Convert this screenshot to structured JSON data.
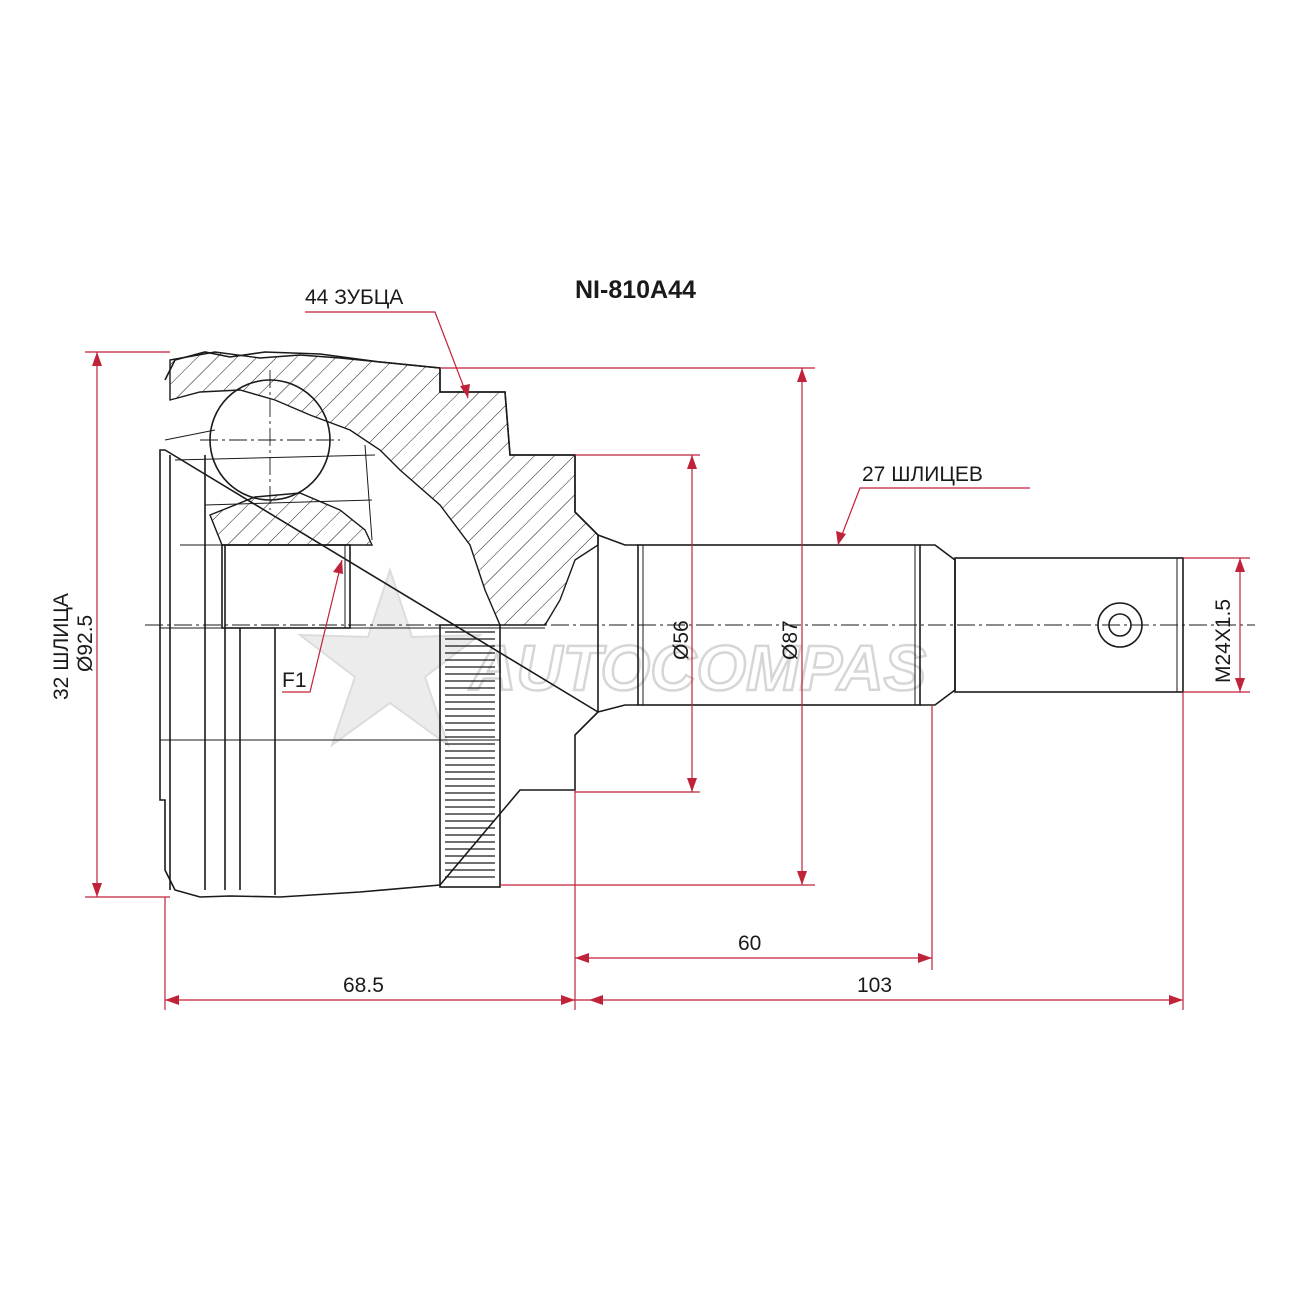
{
  "drawing": {
    "part_number": "NI-810A44",
    "watermark": "AUTOCOMPAS",
    "labels": {
      "teeth": "44 ЗУБЦА",
      "outer_splines": "27 ШЛИЦЕВ",
      "inner_splines": "32 ШЛИЦА",
      "outer_diameter": "Ø92.5",
      "f1": "F1",
      "d56": "Ø56",
      "d87": "Ø87",
      "thread": "M24X1.5",
      "dim_60": "60",
      "dim_68_5": "68.5",
      "dim_103": "103"
    },
    "colors": {
      "line": "#1a1a1a",
      "dimension": "#c0223a",
      "watermark": "#d6d6d6"
    }
  }
}
